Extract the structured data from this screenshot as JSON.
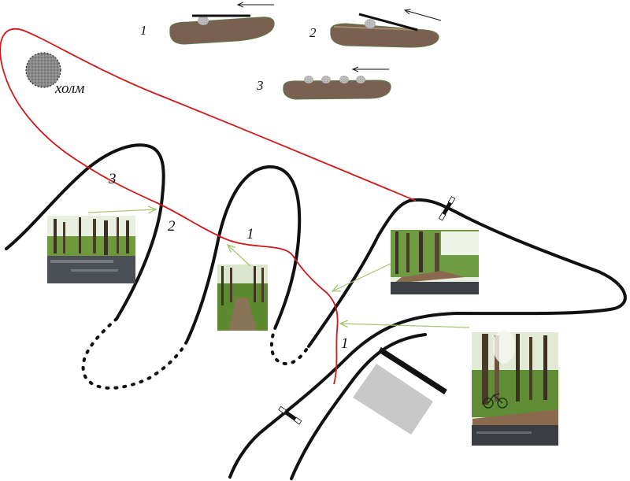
{
  "legend": {
    "label_1": "1",
    "label_2": "2",
    "label_3": "3"
  },
  "map": {
    "hill_label": "холм",
    "section_label_3": "3",
    "section_label_2": "2",
    "section_label_1_upper": "1",
    "section_label_1_lower": "1"
  },
  "colors": {
    "trail": "#d01818",
    "road": "#111111",
    "arrow": "#a2c46e",
    "hill": "#7a7a7a",
    "slab": "#7a6050",
    "building": "#c8c8c8"
  },
  "photos": [
    {
      "icon": "forest-puddle-photo"
    },
    {
      "icon": "forest-path-photo"
    },
    {
      "icon": "forest-road-photo"
    },
    {
      "icon": "forest-bicycle-photo"
    }
  ]
}
